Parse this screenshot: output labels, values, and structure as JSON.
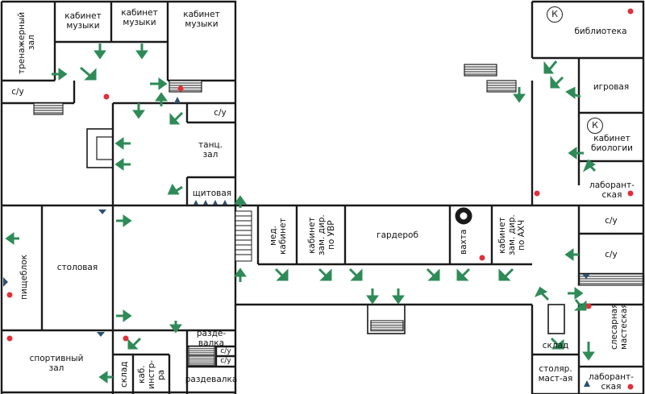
{
  "rooms": {
    "gym_trainer": "тренажерный зал",
    "wc_top_left": "с/у",
    "music_1": "кабинет музыки",
    "music_2": "кабинет музыки",
    "music_3": "кабинет музыки",
    "wc_mid": "с/у",
    "dance": "танц.\nзал",
    "switchboard": "щитовая",
    "kitchen": "пищеблок",
    "canteen": "столовая",
    "medical": "мед.\nкабинет",
    "deputy_uvr": "кабинет\nзам. дир.\nпо УВР",
    "wardrobe": "гардероб",
    "watch": "вахта",
    "deputy_ahch": "кабинет\nзам. дир.\nпо АХЧ",
    "sports_hall": "спортивный\nзал",
    "storage_left": "склад",
    "instructor": "каб.\nинстр-ра",
    "changing_1": "разде-\nвалка",
    "wc_bottom_1": "с/у",
    "wc_bottom_2": "с/у",
    "changing_2": "раздевалка",
    "library": "библиотека",
    "playroom": "игровая",
    "biology": "кабинет\nбиологии",
    "lab_1": "лаборант-\nская",
    "wc_right_1": "с/у",
    "wc_right_2": "с/у",
    "metal_workshop": "слесарная\nмастеская",
    "storage_right": "склад",
    "carpentry": "столяр.\nмаст-ая",
    "lab_2": "лаборант-\nская"
  },
  "markers": {
    "fire_cabinet": "К"
  },
  "colors": {
    "walls": "#1a1a1a",
    "arrow": "#2e8b57",
    "dot": "#e0303a",
    "triangle": "#2f4f6f"
  }
}
